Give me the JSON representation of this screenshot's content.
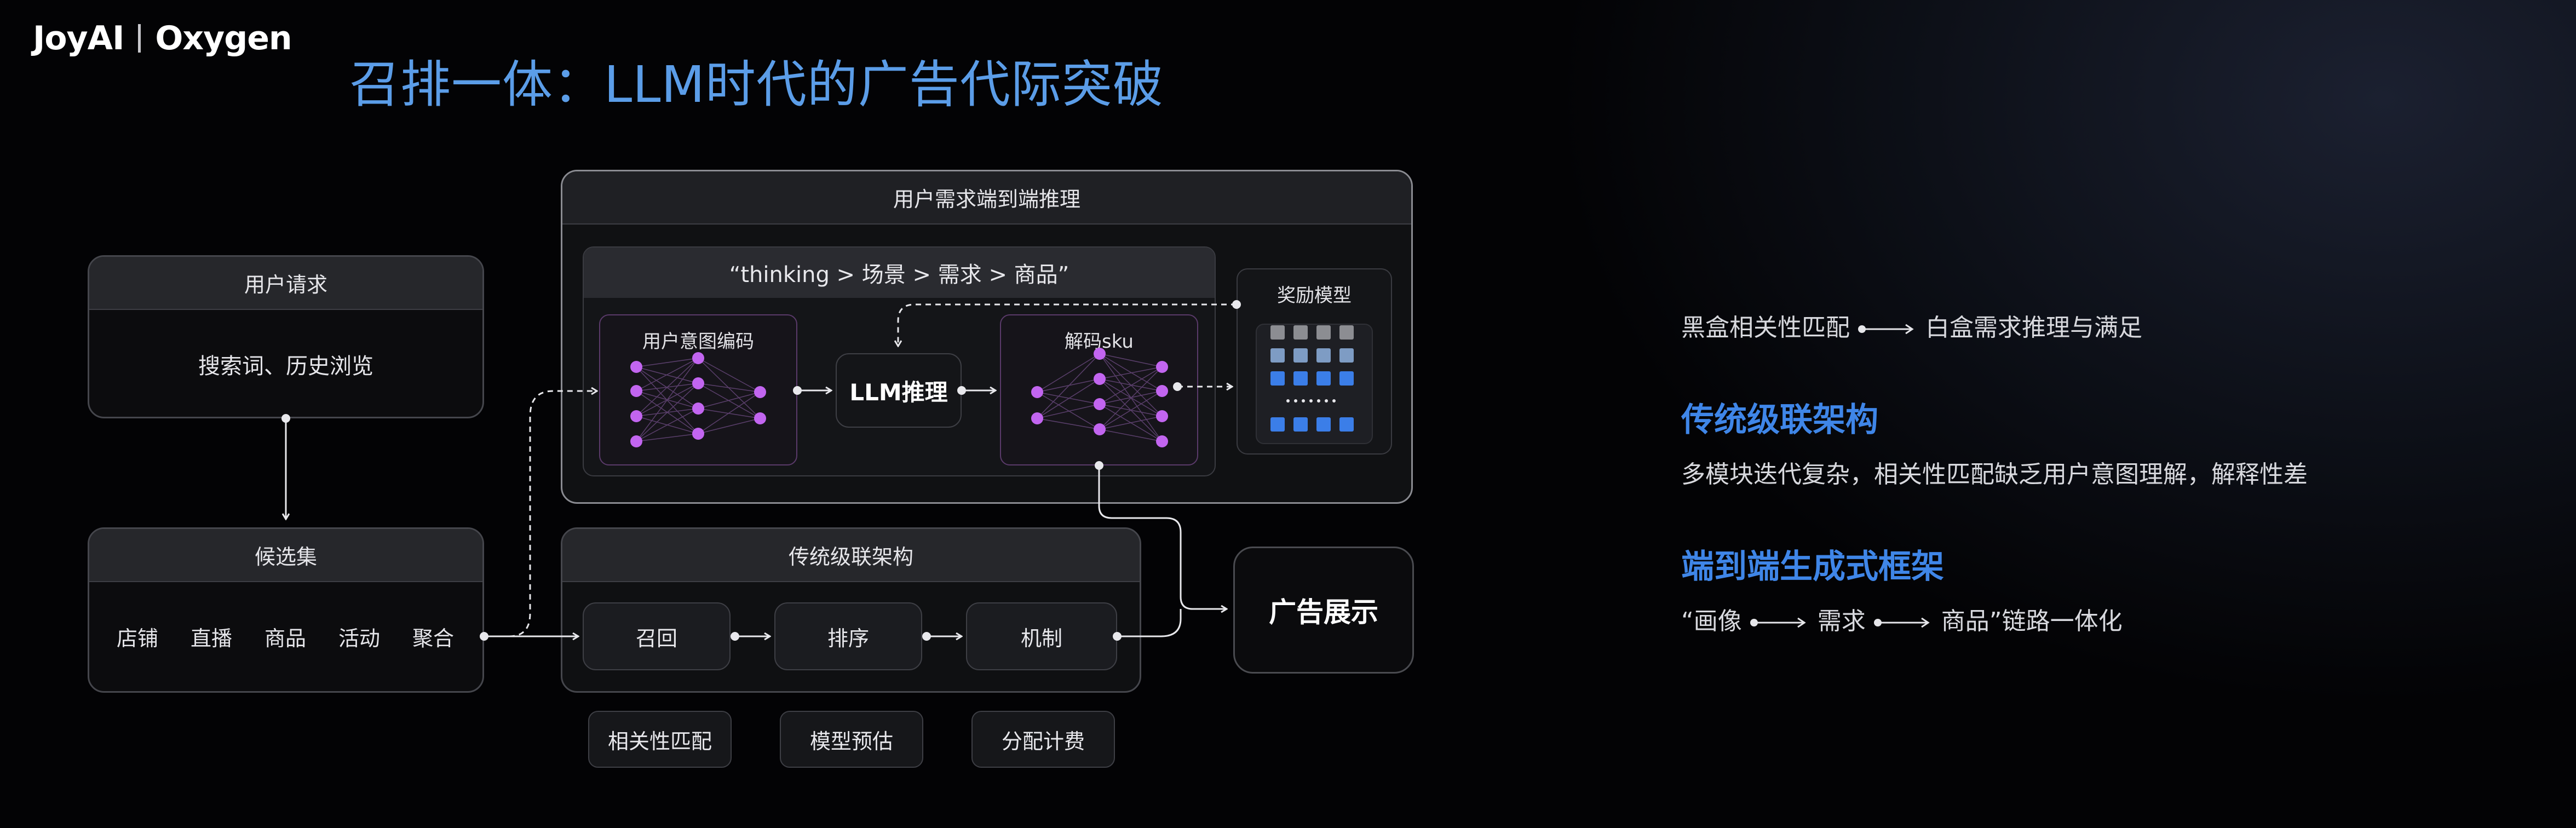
{
  "logo": {
    "left": "JoyAI",
    "right": "Oxygen"
  },
  "title": "召排一体：LLM时代的广告代际突破",
  "colors": {
    "accent": "#3f86e8",
    "node_purple": "#c265f0",
    "reward_blue": "#3b7ee8"
  },
  "user_request": {
    "title": "用户请求",
    "body": "搜索词、历史浏览"
  },
  "candidate_set": {
    "title": "候选集",
    "items": [
      "店铺",
      "直播",
      "商品",
      "活动",
      "聚合"
    ]
  },
  "e2e": {
    "title": "用户需求端到端推理",
    "thinking": "“thinking > 场景 > 需求 > 商品”",
    "encoder": "用户意图编码",
    "llm": "LLM推理",
    "decoder": "解码sku",
    "reward": "奖励模型"
  },
  "cascade": {
    "title": "传统级联架构",
    "stages": [
      "召回",
      "排序",
      "机制"
    ],
    "sub": [
      "相关性匹配",
      "模型预估",
      "分配计费"
    ]
  },
  "ad_display": "广告展示",
  "right": {
    "line1_a": "黑盒相关性匹配",
    "line1_b": "白盒需求推理与满足",
    "h_traditional": "传统级联架构",
    "traditional_desc": "多模块迭代复杂，相关性匹配缺乏用户意图理解，解释性差",
    "h_e2e": "端到端生成式框架",
    "chain_a": "“画像",
    "chain_b": "需求",
    "chain_c": "商品”链路一体化"
  },
  "icons": [
    "arrow-right-icon",
    "arrow-down-icon",
    "neural-net-icon",
    "reward-grid-icon"
  ]
}
